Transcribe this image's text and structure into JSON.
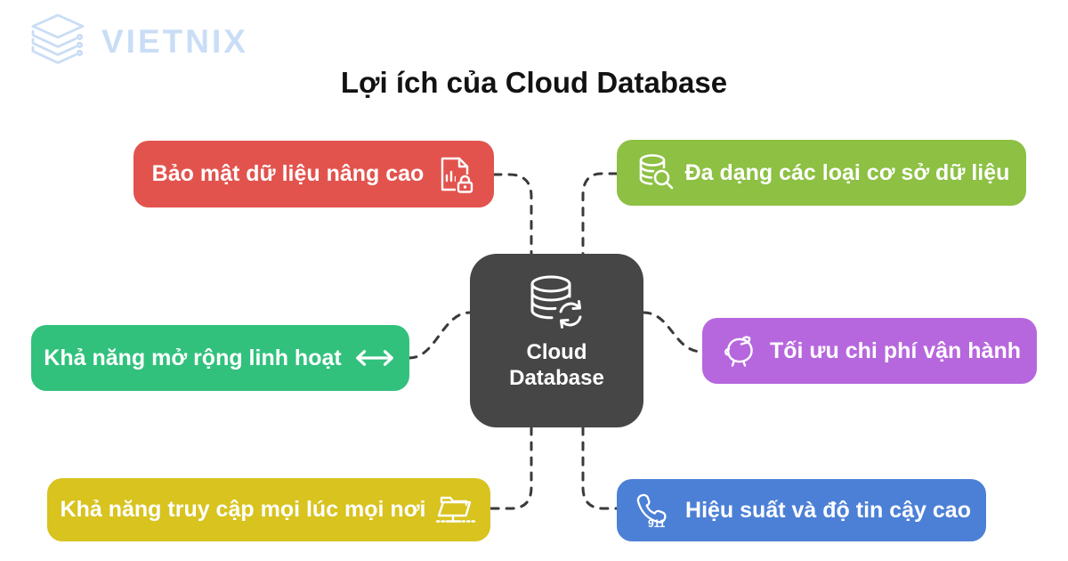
{
  "logo": {
    "brand": "VIETNIX",
    "color": "#c9ddf6"
  },
  "title": "Lợi ích của Cloud Database",
  "center": {
    "line1": "Cloud",
    "line2": "Database",
    "bg": "#464646",
    "icon": "database-sync-icon"
  },
  "branches": [
    {
      "id": "security",
      "label": "Bảo mật dữ liệu nâng cao",
      "color": "#e2534e",
      "icon": "document-lock-icon",
      "icon_side": "right"
    },
    {
      "id": "variety",
      "label": "Đa dạng các loại cơ sở dữ liệu",
      "color": "#8dc043",
      "icon": "database-search-icon",
      "icon_side": "left"
    },
    {
      "id": "scalability",
      "label": "Khả năng mở rộng linh hoạt",
      "color": "#31c17d",
      "icon": "arrows-horizontal-icon",
      "icon_side": "right"
    },
    {
      "id": "cost",
      "label": "Tối ưu chi phí vận hành",
      "color": "#b767de",
      "icon": "piggy-bank-icon",
      "icon_side": "left"
    },
    {
      "id": "access",
      "label": "Khả năng truy cập mọi lúc mọi nơi",
      "color": "#d8c31f",
      "icon": "folder-network-icon",
      "icon_side": "right"
    },
    {
      "id": "performance",
      "label": "Hiệu suất và độ tin cậy cao",
      "color": "#4c80d6",
      "icon": "phone-emergency-icon",
      "icon_side": "left",
      "icon_text": "911"
    }
  ],
  "connectors": {
    "color": "#3a3a3a"
  }
}
